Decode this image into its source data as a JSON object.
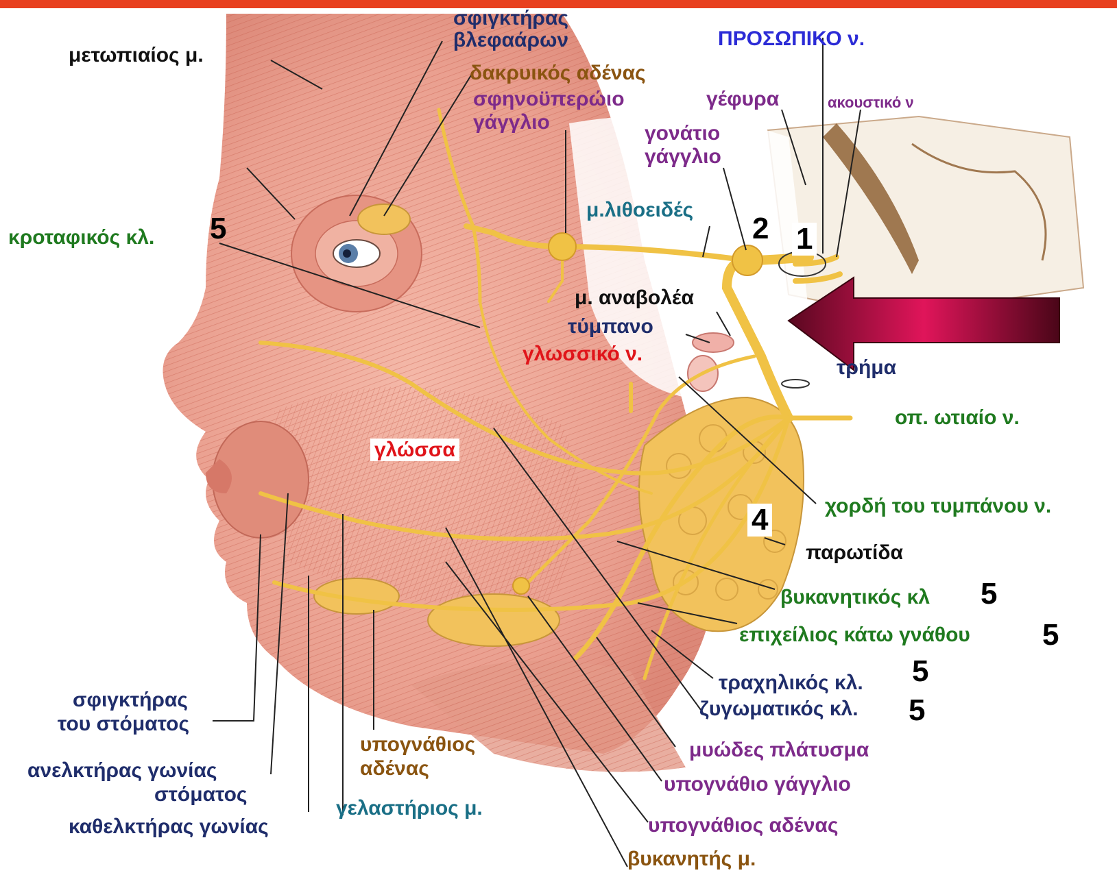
{
  "labels": {
    "sfigktiras_vlefaron_top": "σφιγκτήρας",
    "sfigktiras_vlefaron_bottom": "βλεφαάρων",
    "prosopiko": "ΠΡΟΣΩΠΙΚΟ ν.",
    "metopiaios": "μετωπιαίος μ.",
    "dakryikos": "δακρυικός αδένας",
    "sfinoypterwio_1": "σφηνοϋπερώιο",
    "sfinoypterwio_2": "γάγγλιο",
    "gefyra": "γέφυρα",
    "akoustiko": "ακουστικό ν",
    "gonatio_1": "γονάτιο",
    "gonatio_2": "γάγγλιο",
    "lithoeides": "μ.λιθοειδές",
    "krotafikos": "κροταφικός κλ.",
    "anavolea": "μ. αναβολέα",
    "tympano": "τύμπανο",
    "glossiko": "γλωσσικό ν.",
    "trima": "τρήμα",
    "ot_otiaio": "οπ. ωτιαίο ν.",
    "glossa": "γλώσσα",
    "chordi": "χορδή του τυμπάνου ν.",
    "parotida": "παρωτίδα",
    "vykanitikos": "βυκανητικός κλ",
    "epicheilios": "επιχείλιος κάτω γνάθου",
    "trachilikos": "τραχηλικός κλ.",
    "zygomatikos": "ζυγωματικός κλ.",
    "sfigktiras_stomatos_1": "σφιγκτήρας",
    "sfigktiras_stomatos_2": "του στόματος",
    "ypognathios_aden_1": "υπογνάθιος",
    "ypognathios_aden_2": "αδένας",
    "myodes": "μυώδες πλάτυσμα",
    "anelktiras_1": "ανελκτήρας γωνίας",
    "anelktiras_2": "στόματος",
    "ypognathio_gaggl": "υπογνάθιο γάγγλιο",
    "kathelktiras": "καθελκτήρας γωνίας",
    "gelastirios": "γελαστήριος μ.",
    "ypognathios_aden_b": "υπογνάθιος αδένας",
    "vykanitis": "βυκανητής μ."
  },
  "numbers": {
    "n1": "1",
    "n2": "2",
    "n4": "4",
    "n5_krotafikos": "5",
    "n5_vykanitikos": "5",
    "n5_epicheilios": "5",
    "n5_trachilikos": "5",
    "n5_zygomatikos": "5"
  },
  "colors": {
    "banner": "#e8401e",
    "arrow": "#c0104a",
    "nerve": "#f0c245",
    "muscle": "#e8a090",
    "gland": "#f2c25c"
  }
}
